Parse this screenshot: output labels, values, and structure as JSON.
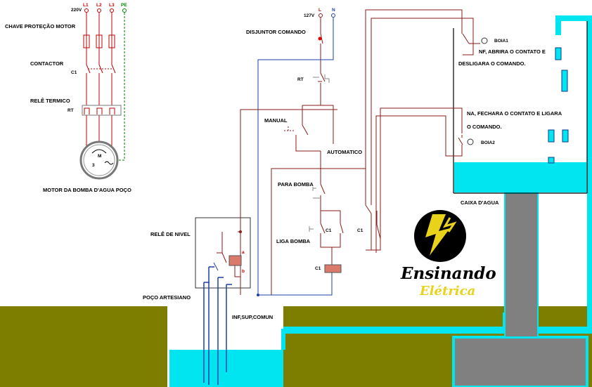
{
  "motor_circuit": {
    "voltage": "220V",
    "phases": [
      "L1",
      "L2",
      "L3",
      "PE"
    ],
    "chave_label": "CHAVE PROTEÇÃO MOTOR",
    "contactor_label": "CONTACTOR",
    "contactor_tag": "C1",
    "rele_termico_label": "RELÊ TERMICO",
    "rt_tag": "RT",
    "motor_m": "M",
    "motor_3": "3",
    "motor_title": "MOTOR DA BOMBA D'AGUA POÇO"
  },
  "command_circuit": {
    "voltage": "127V",
    "line_l": "L",
    "line_n": "N",
    "disjuntor_label": "DISJUNTOR COMANDO",
    "rt_label": "RT",
    "manual_label": "MANUAL",
    "automatico_label": "AUTOMATICO",
    "para_bomba_label": "PARA BOMBA",
    "liga_bomba_label": "LIGA BOMBA",
    "c1_label_a": "C1",
    "c1_label_b": "C1",
    "c1_coil_label": "C1"
  },
  "level_relay": {
    "title": "RELÊ DE NIVEL",
    "a": "a",
    "b": "b",
    "pco_label": "POÇO ARTESIANO",
    "electrodes_label": "INF,SUP,COMUN"
  },
  "tank": {
    "boia1_label": "BOIA1",
    "boia1_note_1": "NF, ABRIRA O CONTATO E",
    "boia1_note_2": "DESLIGARA O COMANDO.",
    "boia2_label": "BOIA2",
    "boia2_note_1": "NA, FECHARA O CONTATO E LIGARA",
    "boia2_note_2": "O COMANDO.",
    "caixa_label": "CAIXA D'AGUA"
  },
  "brand": {
    "name": "Ensinando",
    "sub": "Elétrica"
  },
  "colors": {
    "power": "#c00000",
    "earth": "#008000",
    "command_live": "#8b1a1a",
    "command_neutral": "#1e3faa",
    "water": "#00e5f0",
    "ground": "#7d7d00",
    "concrete": "#808080",
    "brand_yellow": "#e8d21a"
  }
}
